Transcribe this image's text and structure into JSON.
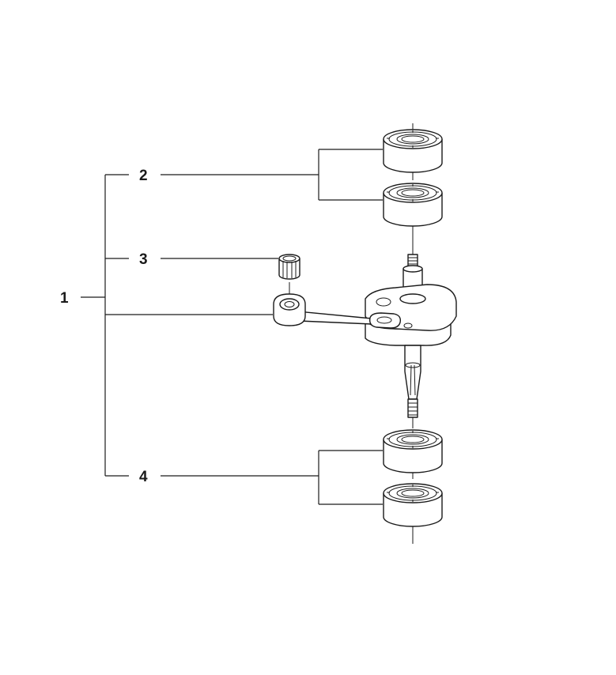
{
  "callouts": {
    "assembly": "1",
    "main_bearings_upper": "2",
    "needle_bearing": "3",
    "main_bearings_lower": "4"
  },
  "colors": {
    "ink": "#1a1a1a",
    "background": "#ffffff"
  }
}
